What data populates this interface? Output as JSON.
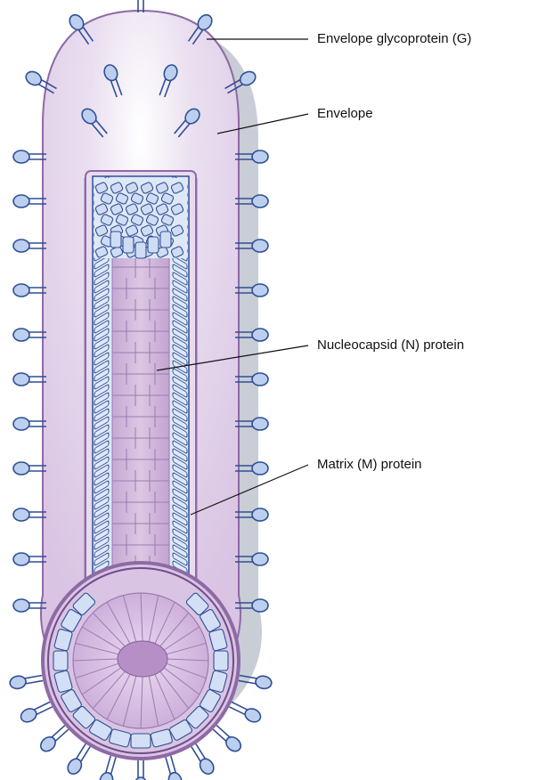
{
  "labels": {
    "glycoprotein": "Envelope glycoprotein (G)",
    "envelope": "Envelope",
    "nucleocapsid": "Nucleocapsid (N) protein",
    "matrix": "Matrix (M) protein"
  },
  "colors": {
    "envelope_fill": "#e3d3ea",
    "envelope_stroke": "#8e6aa5",
    "shadow": "#c9cdd6",
    "spike_fill": "#bccfee",
    "spike_stroke": "#2f4f95",
    "matrix_stroke": "#2f4f95",
    "matrix_fill": "#dfe8f7",
    "nucleocapsid_fill": "#ceb4d8",
    "nucleocapsid_line": "#9c7bb0",
    "core_fill": "#b78fc7"
  }
}
